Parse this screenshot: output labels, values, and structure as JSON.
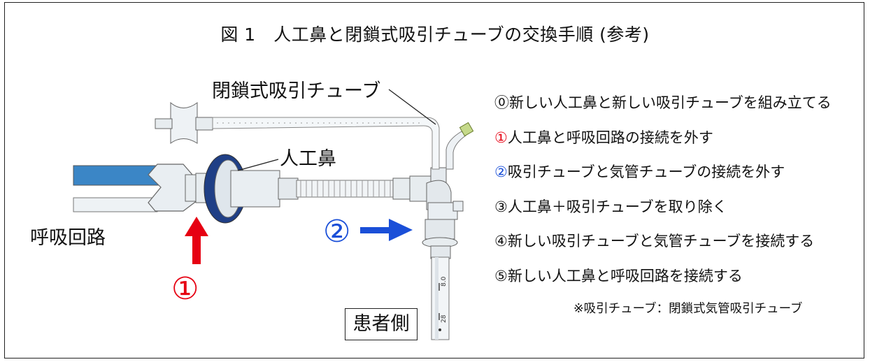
{
  "title": "図 1　人工鼻と閉鎖式吸引チューブの交換手順 (参考)",
  "labels": {
    "closed_suction_tube": "閉鎖式吸引チューブ",
    "hme": "人工鼻",
    "breathing_circuit": "呼吸回路",
    "patient_side": "患者側"
  },
  "markers": {
    "one": "①",
    "two": "②"
  },
  "tube_markings": [
    "8.0",
    "28"
  ],
  "steps": [
    {
      "num": "⓪",
      "text": "新しい人工鼻と新しい吸引チューブを組み立てる",
      "color": "black"
    },
    {
      "num": "①",
      "text": "人工鼻と呼吸回路の接続を外す",
      "color": "#e60012"
    },
    {
      "num": "②",
      "text": "吸引チューブと気管チューブの接続を外す",
      "color": "#1a4fd8"
    },
    {
      "num": "③",
      "text": "人工鼻＋吸引チューブを取り除く",
      "color": "black"
    },
    {
      "num": "④",
      "text": "新しい吸引チューブと気管チューブを接続する",
      "color": "black"
    },
    {
      "num": "⑤",
      "text": "新しい人工鼻と呼吸回路を接続する",
      "color": "black"
    }
  ],
  "note": "※吸引チューブ：閉鎖式気管吸引チューブ",
  "colors": {
    "red": "#e60012",
    "blue": "#1a4fd8",
    "hose_blue": "#3b86c6",
    "filter_navy": "#1f3f86"
  }
}
